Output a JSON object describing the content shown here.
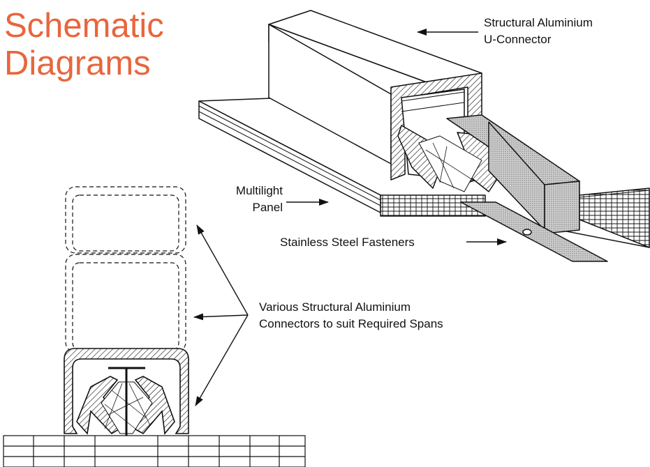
{
  "title": {
    "line1": "Schematic",
    "line2": "Diagrams"
  },
  "labels": {
    "connector_line1": "Structural Aluminium",
    "connector_line2": "U-Connector",
    "panel_line1": "Multilight",
    "panel_line2": "Panel",
    "fasteners": "Stainless Steel Fasteners",
    "various_line1": "Various Structural Aluminium",
    "various_line2": "Connectors to suit Required Spans"
  },
  "colors": {
    "title": "#e8663d",
    "line": "#111111",
    "background": "#ffffff"
  }
}
